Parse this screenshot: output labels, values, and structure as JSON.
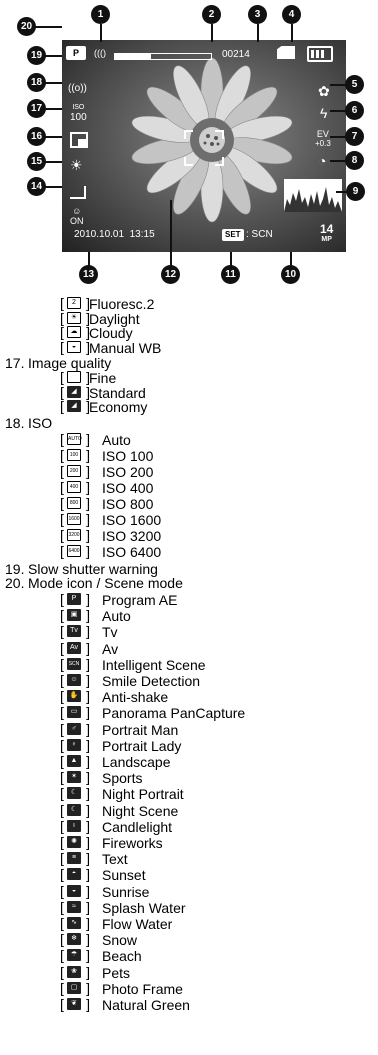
{
  "diagram": {
    "callouts": [
      "1",
      "2",
      "3",
      "4",
      "5",
      "6",
      "7",
      "8",
      "9",
      "10",
      "11",
      "12",
      "13",
      "14",
      "15",
      "16",
      "17",
      "18",
      "19",
      "20"
    ],
    "overlay": {
      "mode_icon": "P",
      "shot_count": "00214",
      "datetime": "2010.10.01  13:15",
      "set_label": "SET",
      "scene_label": ": SCN",
      "ev_top": "EV",
      "ev_value": "+0.3",
      "iso_top": "ISO",
      "iso_value": "100",
      "mp_value": "14",
      "mp_unit": "MP",
      "smile_on": "ON"
    }
  },
  "legend": {
    "wb_items": [
      {
        "icon": "fluorescent-2-icon",
        "glyph": "2",
        "label": "Fluoresc.2"
      },
      {
        "icon": "daylight-icon",
        "glyph": "☀",
        "label": "Daylight"
      },
      {
        "icon": "cloudy-icon",
        "glyph": "☁",
        "label": "Cloudy"
      },
      {
        "icon": "manual-wb-icon",
        "glyph": "◒",
        "label": "Manual WB"
      }
    ],
    "sections": [
      {
        "num": "17.",
        "title": "Image quality"
      },
      {
        "num": "18.",
        "title": "ISO"
      },
      {
        "num": "19.",
        "title": "Slow shutter warning"
      },
      {
        "num": "20.",
        "title": "Mode icon / Scene  mode"
      }
    ],
    "quality_items": [
      {
        "icon": "fine-icon",
        "glyph": "",
        "label": "Fine"
      },
      {
        "icon": "standard-icon",
        "glyph": "◢",
        "label": "Standard"
      },
      {
        "icon": "economy-icon",
        "glyph": "◢",
        "label": "Economy"
      }
    ],
    "iso_items": [
      {
        "icon": "iso-auto-icon",
        "glyph": "AUTO",
        "label": "Auto"
      },
      {
        "icon": "iso-100-icon",
        "glyph": "100",
        "label": "ISO 100"
      },
      {
        "icon": "iso-200-icon",
        "glyph": "200",
        "label": "ISO 200"
      },
      {
        "icon": "iso-400-icon",
        "glyph": "400",
        "label": "ISO 400"
      },
      {
        "icon": "iso-800-icon",
        "glyph": "800",
        "label": "ISO 800"
      },
      {
        "icon": "iso-1600-icon",
        "glyph": "1600",
        "label": "ISO 1600"
      },
      {
        "icon": "iso-3200-icon",
        "glyph": "3200",
        "label": "ISO 3200"
      },
      {
        "icon": "iso-6400-icon",
        "glyph": "6400",
        "label": "ISO 6400"
      }
    ],
    "mode_items": [
      {
        "icon": "program-ae-icon",
        "glyph": "P",
        "label": "Program AE"
      },
      {
        "icon": "auto-icon",
        "glyph": "▣",
        "label": "Auto"
      },
      {
        "icon": "tv-icon",
        "glyph": "Tv",
        "label": "Tv"
      },
      {
        "icon": "av-icon",
        "glyph": "Av",
        "label": "Av"
      },
      {
        "icon": "intelligent-scene-icon",
        "glyph": "SCN",
        "label": "Intelligent Scene"
      },
      {
        "icon": "smile-detection-icon",
        "glyph": "☺",
        "label": "Smile Detection"
      },
      {
        "icon": "anti-shake-icon",
        "glyph": "✋",
        "label": "Anti-shake"
      },
      {
        "icon": "panorama-icon",
        "glyph": "▭",
        "label": "Panorama PanCapture"
      },
      {
        "icon": "portrait-man-icon",
        "glyph": "♂",
        "label": "Portrait Man"
      },
      {
        "icon": "portrait-lady-icon",
        "glyph": "♀",
        "label": "Portrait Lady"
      },
      {
        "icon": "landscape-icon",
        "glyph": "▲",
        "label": "Landscape"
      },
      {
        "icon": "sports-icon",
        "glyph": "✶",
        "label": "Sports"
      },
      {
        "icon": "night-portrait-icon",
        "glyph": "☾",
        "label": "Night Portrait"
      },
      {
        "icon": "night-scene-icon",
        "glyph": "☾",
        "label": "Night Scene"
      },
      {
        "icon": "candlelight-icon",
        "glyph": "ı",
        "label": "Candlelight"
      },
      {
        "icon": "fireworks-icon",
        "glyph": "✺",
        "label": "Fireworks"
      },
      {
        "icon": "text-icon",
        "glyph": "≡",
        "label": "Text"
      },
      {
        "icon": "sunset-icon",
        "glyph": "◓",
        "label": "Sunset"
      },
      {
        "icon": "sunrise-icon",
        "glyph": "◒",
        "label": "Sunrise"
      },
      {
        "icon": "splash-water-icon",
        "glyph": "≈",
        "label": "Splash Water"
      },
      {
        "icon": "flow-water-icon",
        "glyph": "∿",
        "label": "Flow Water"
      },
      {
        "icon": "snow-icon",
        "glyph": "❄",
        "label": "Snow"
      },
      {
        "icon": "beach-icon",
        "glyph": "☂",
        "label": "Beach"
      },
      {
        "icon": "pets-icon",
        "glyph": "❀",
        "label": "Pets"
      },
      {
        "icon": "photo-frame-icon",
        "glyph": "▢",
        "label": "Photo Frame"
      },
      {
        "icon": "natural-green-icon",
        "glyph": "❦",
        "label": "Natural Green"
      }
    ]
  }
}
